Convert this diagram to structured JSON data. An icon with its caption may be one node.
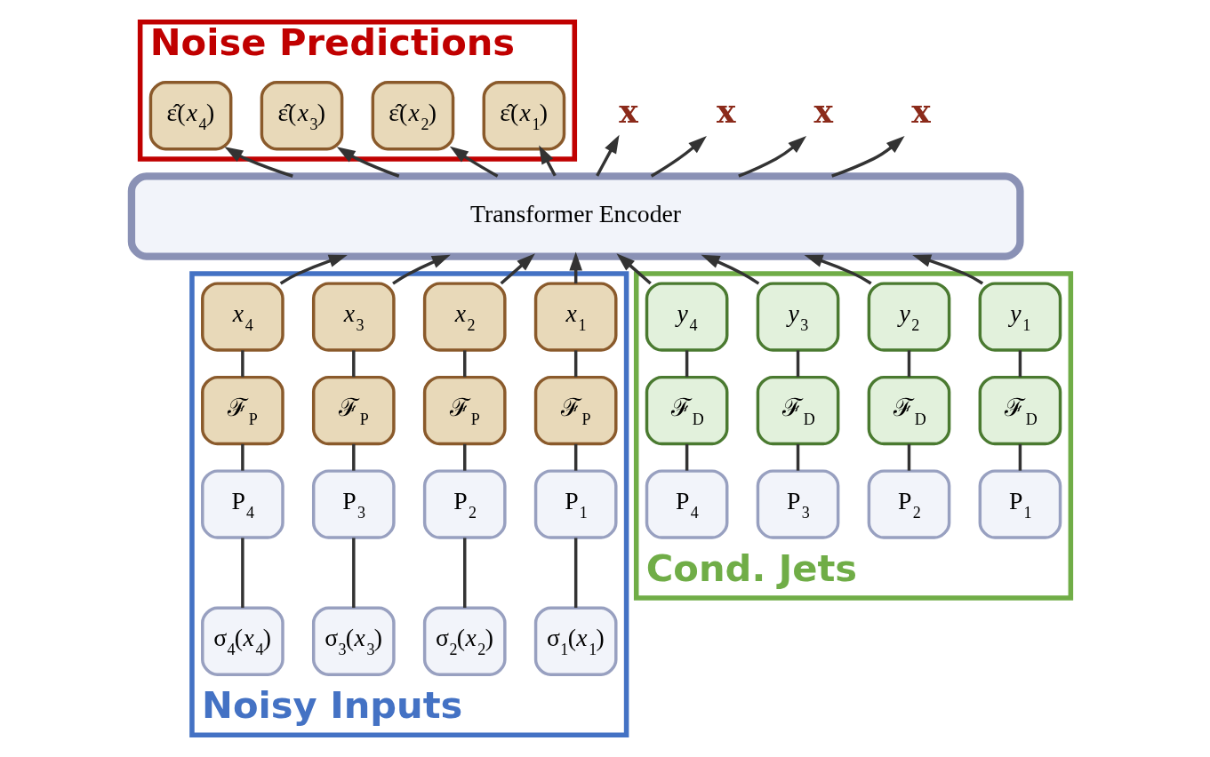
{
  "diagram": {
    "nodes": [
      {
        "text": [
          "Noise Predictions"
        ]
      },
      {
        "text": [
          "ε̂(*x*$_{1}$)"
        ],
        "in": 0
      },
      {
        "text": [
          "ε̂(*x*$_{2}$)"
        ],
        "in": 0
      },
      {
        "text": [
          "ε̂(*x*$_{3}$)"
        ],
        "in": 0
      },
      {
        "text": [
          "ε̂(*x*$_{4}$)"
        ],
        "in": 0
      },
      {
        "text": [
          "x"
        ]
      },
      {
        "text": [
          "x"
        ]
      },
      {
        "text": [
          "x"
        ]
      },
      {
        "text": [
          "x"
        ]
      },
      {
        "text": [
          "Transformer Encoder"
        ]
      },
      {
        "text": [
          "Noisy Inputs"
        ]
      },
      {
        "text": [
          "*x*$_{1}$"
        ],
        "in": 10
      },
      {
        "text": [
          "*x*$_{2}$"
        ],
        "in": 10
      },
      {
        "text": [
          "*x*$_{3}$"
        ],
        "in": 10
      },
      {
        "text": [
          "*x*$_{4}$"
        ],
        "in": 10
      },
      {
        "text": [
          "ℱ$_{P}$"
        ],
        "in": 10
      },
      {
        "text": [
          "ℱ$_{P}$"
        ],
        "in": 10
      },
      {
        "text": [
          "ℱ$_{P}$"
        ],
        "in": 10
      },
      {
        "text": [
          "ℱ$_{P}$"
        ],
        "in": 10
      },
      {
        "text": [
          "P$_{1}$"
        ],
        "in": 10
      },
      {
        "text": [
          "P$_{2}$"
        ],
        "in": 10
      },
      {
        "text": [
          "P$_{3}$"
        ],
        "in": 10
      },
      {
        "text": [
          "P$_{4}$"
        ],
        "in": 10
      },
      {
        "text": [
          "σ$_{1}$(*x*$_{1}$)"
        ],
        "in": 10
      },
      {
        "text": [
          "σ$_{2}$(*x*$_{2}$)"
        ],
        "in": 10
      },
      {
        "text": [
          "σ$_{3}$(*x*$_{3}$)"
        ],
        "in": 10
      },
      {
        "text": [
          "σ$_{4}$(*x*$_{4}$)"
        ],
        "in": 10
      },
      {
        "text": [
          "Cond. Jets"
        ]
      },
      {
        "text": [
          "*y*$_{1}$"
        ],
        "in": 27
      },
      {
        "text": [
          "*y*$_{2}$"
        ],
        "in": 27
      },
      {
        "text": [
          "*y*$_{3}$"
        ],
        "in": 27
      },
      {
        "text": [
          "*y*$_{4}$"
        ],
        "in": 27
      },
      {
        "text": [
          "ℱ$_{D}$"
        ],
        "in": 27
      },
      {
        "text": [
          "ℱ$_{D}$"
        ],
        "in": 27
      },
      {
        "text": [
          "ℱ$_{D}$"
        ],
        "in": 27
      },
      {
        "text": [
          "ℱ$_{D}$"
        ],
        "in": 27
      },
      {
        "text": [
          "P$_{1}$"
        ],
        "in": 27
      },
      {
        "text": [
          "P$_{2}$"
        ],
        "in": 27
      },
      {
        "text": [
          "P$_{3}$"
        ],
        "in": 27
      },
      {
        "text": [
          "P$_{4}$"
        ],
        "in": 27
      }
    ],
    "edges": [
      {
        "from": 26,
        "to": 22,
        "arrow": "none"
      },
      {
        "from": 22,
        "to": 18,
        "arrow": "none"
      },
      {
        "from": 18,
        "to": 14,
        "arrow": "none"
      },
      {
        "from": 14,
        "to": 9,
        "arrow": "to"
      },
      {
        "from": 25,
        "to": 21,
        "arrow": "none"
      },
      {
        "from": 21,
        "to": 17,
        "arrow": "none"
      },
      {
        "from": 17,
        "to": 13,
        "arrow": "none"
      },
      {
        "from": 13,
        "to": 9,
        "arrow": "to"
      },
      {
        "from": 24,
        "to": 20,
        "arrow": "none"
      },
      {
        "from": 20,
        "to": 16,
        "arrow": "none"
      },
      {
        "from": 16,
        "to": 12,
        "arrow": "none"
      },
      {
        "from": 12,
        "to": 9,
        "arrow": "to"
      },
      {
        "from": 23,
        "to": 19,
        "arrow": "none"
      },
      {
        "from": 19,
        "to": 15,
        "arrow": "none"
      },
      {
        "from": 15,
        "to": 11,
        "arrow": "none"
      },
      {
        "from": 11,
        "to": 9,
        "arrow": "to"
      },
      {
        "from": 39,
        "to": 35,
        "arrow": "none"
      },
      {
        "from": 35,
        "to": 31,
        "arrow": "none"
      },
      {
        "from": 31,
        "to": 9,
        "arrow": "to"
      },
      {
        "from": 38,
        "to": 34,
        "arrow": "none"
      },
      {
        "from": 34,
        "to": 30,
        "arrow": "none"
      },
      {
        "from": 30,
        "to": 9,
        "arrow": "to"
      },
      {
        "from": 37,
        "to": 33,
        "arrow": "none"
      },
      {
        "from": 33,
        "to": 29,
        "arrow": "none"
      },
      {
        "from": 29,
        "to": 9,
        "arrow": "to"
      },
      {
        "from": 36,
        "to": 32,
        "arrow": "none"
      },
      {
        "from": 32,
        "to": 28,
        "arrow": "none"
      },
      {
        "from": 28,
        "to": 9,
        "arrow": "to"
      },
      {
        "from": 9,
        "to": 4,
        "arrow": "to"
      },
      {
        "from": 9,
        "to": 3,
        "arrow": "to"
      },
      {
        "from": 9,
        "to": 2,
        "arrow": "to"
      },
      {
        "from": 9,
        "to": 1,
        "arrow": "to"
      },
      {
        "from": 9,
        "to": 8,
        "arrow": "to"
      },
      {
        "from": 9,
        "to": 7,
        "arrow": "to"
      },
      {
        "from": 9,
        "to": 6,
        "arrow": "to"
      },
      {
        "from": 9,
        "to": 5,
        "arrow": "to"
      }
    ]
  }
}
